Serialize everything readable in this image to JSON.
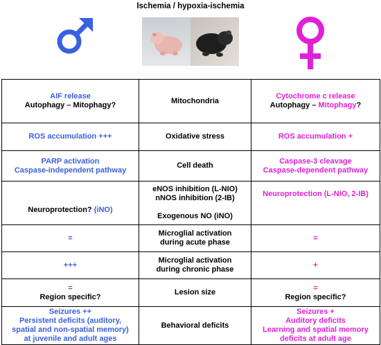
{
  "header": {
    "title": "Ischemia / hypoxia-ischemia",
    "colors": {
      "male": "#3a5fe0",
      "female": "#e020d6"
    }
  },
  "rows": [
    {
      "male": [
        {
          "text": "AIF release",
          "color": "male"
        },
        {
          "text": "Autophagy – Mitophagy?",
          "color": "black"
        }
      ],
      "middle": [
        {
          "text": "Mitochondria"
        }
      ],
      "female": [
        {
          "text": "Cytochrome c release",
          "color": "female"
        },
        {
          "parts": [
            {
              "text": "Autophagy – ",
              "color": "black"
            },
            {
              "text": "Mitophagy",
              "color": "female"
            },
            {
              "text": "?",
              "color": "black"
            }
          ]
        }
      ]
    },
    {
      "male": [
        {
          "text": "ROS accumulation +++",
          "color": "male"
        }
      ],
      "middle": [
        {
          "text": "Oxidative stress"
        }
      ],
      "female": [
        {
          "text": "ROS accumulation +",
          "color": "female"
        }
      ]
    },
    {
      "male": [
        {
          "text": "PARP activation",
          "color": "male"
        },
        {
          "text": "Caspase-independent pathway",
          "color": "male"
        }
      ],
      "middle": [
        {
          "text": "Cell death"
        }
      ],
      "female": [
        {
          "text": "Caspase-3 cleavage",
          "color": "female"
        },
        {
          "text": "Caspase-dependent pathway",
          "color": "female"
        }
      ]
    },
    {
      "male": [
        {
          "parts": [
            {
              "text": "Neuroprotection? ",
              "color": "black"
            },
            {
              "text": "(iNO)",
              "color": "male"
            }
          ]
        }
      ],
      "middle": [
        {
          "text": "eNOS inhibition (L-NIO)"
        },
        {
          "text": "nNOS inhibition (2-IB)"
        },
        {
          "text": " "
        },
        {
          "text": "Exogenous NO (iNO)"
        }
      ],
      "female": [
        {
          "text": "Neuroprotection (L-NIO, 2-IB)",
          "color": "female"
        }
      ]
    },
    {
      "male": [
        {
          "text": "=",
          "color": "male"
        }
      ],
      "middle": [
        {
          "text": "Microglial activation"
        },
        {
          "text": "during acute phase"
        }
      ],
      "female": [
        {
          "text": "=",
          "color": "female"
        }
      ]
    },
    {
      "male": [
        {
          "text": "+++",
          "color": "male"
        }
      ],
      "middle": [
        {
          "text": "Microglial activation"
        },
        {
          "text": "during chronic phase"
        }
      ],
      "female": [
        {
          "text": "+",
          "color": "female"
        }
      ]
    },
    {
      "male": [
        {
          "text": "=",
          "color": "male"
        },
        {
          "text": "Region specific?",
          "color": "black"
        }
      ],
      "middle": [
        {
          "text": "Lesion size"
        }
      ],
      "female": [
        {
          "text": "=",
          "color": "female"
        },
        {
          "text": "Region specific?",
          "color": "black"
        }
      ]
    },
    {
      "male": [
        {
          "text": "Seizures ++",
          "color": "male"
        },
        {
          "text": "Persistent deficits (auditory,",
          "color": "male"
        },
        {
          "text": "spatial and non-spatial memory)",
          "color": "male"
        },
        {
          "text": "at juvenile and adult ages",
          "color": "male"
        }
      ],
      "middle": [
        {
          "text": "Behavioral deficits"
        }
      ],
      "female": [
        {
          "text": "Seizures +",
          "color": "female"
        },
        {
          "text": "Auditory deficits",
          "color": "female"
        },
        {
          "text": "Learning and spatial memory",
          "color": "female"
        },
        {
          "text": "deficits at adult age",
          "color": "female"
        }
      ]
    }
  ]
}
